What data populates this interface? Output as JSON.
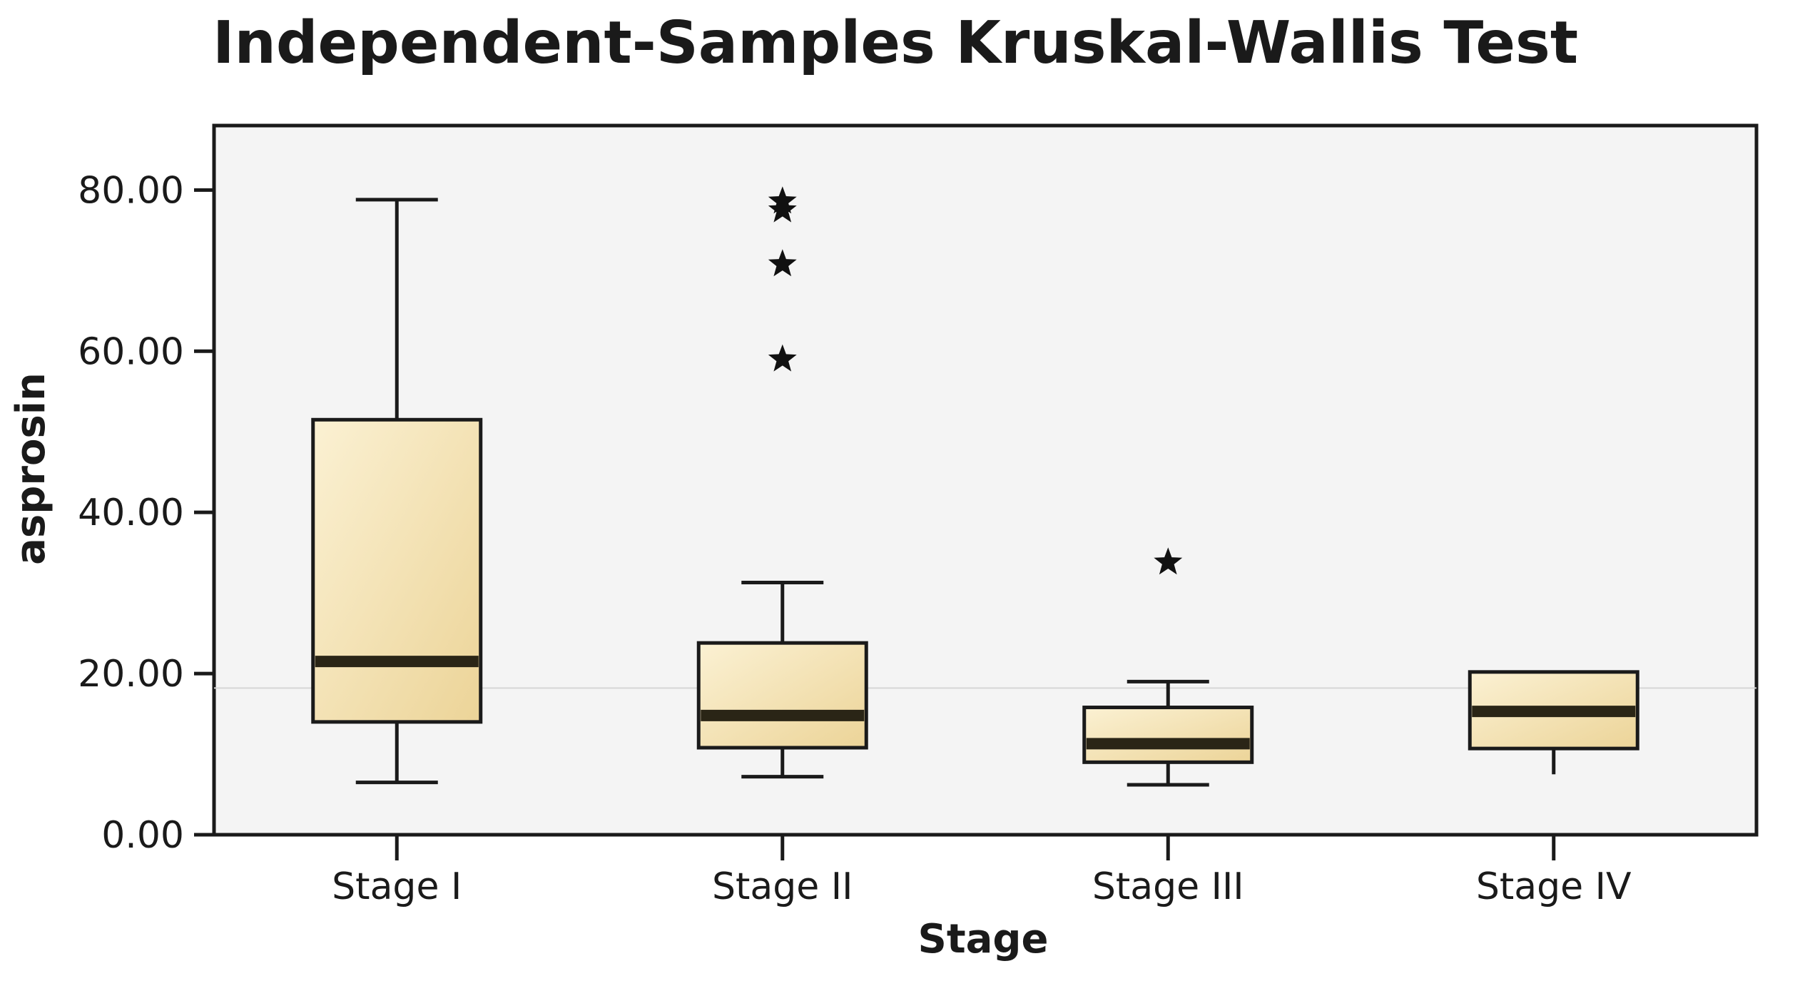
{
  "chart_data": {
    "type": "boxplot",
    "title": "Independent-Samples Kruskal-Wallis Test",
    "xlabel": "Stage",
    "ylabel": "asprosin",
    "ylim": [
      0,
      88
    ],
    "yticks": [
      "0.00",
      "20.00",
      "40.00",
      "60.00",
      "80.00"
    ],
    "ytick_values": [
      0,
      20,
      40,
      60,
      80
    ],
    "grid": false,
    "reference_line": 18.2,
    "colors": {
      "box_fill_light": "#fbf1d3",
      "box_fill_dark": "#ecd498",
      "median": "#2a2516",
      "stroke": "#1a1a1a",
      "plot_bg": "#f4f4f4"
    },
    "categories": [
      "Stage I",
      "Stage II",
      "Stage III",
      "Stage IV"
    ],
    "boxes": [
      {
        "category": "Stage I",
        "whisker_low": 6.5,
        "q1": 14.0,
        "median": 21.5,
        "q3": 51.5,
        "whisker_high": 78.8,
        "outliers": []
      },
      {
        "category": "Stage II",
        "whisker_low": 7.2,
        "q1": 10.8,
        "median": 14.8,
        "q3": 23.8,
        "whisker_high": 31.3,
        "outliers": [
          59.0,
          70.8,
          77.5,
          78.6
        ]
      },
      {
        "category": "Stage III",
        "whisker_low": 6.2,
        "q1": 9.0,
        "median": 11.3,
        "q3": 15.8,
        "whisker_high": 19.0,
        "outliers": [
          33.8
        ]
      },
      {
        "category": "Stage IV",
        "whisker_low": 7.5,
        "q1": 10.7,
        "median": 15.3,
        "q3": 20.2,
        "whisker_high": 20.2,
        "outliers": []
      }
    ]
  }
}
